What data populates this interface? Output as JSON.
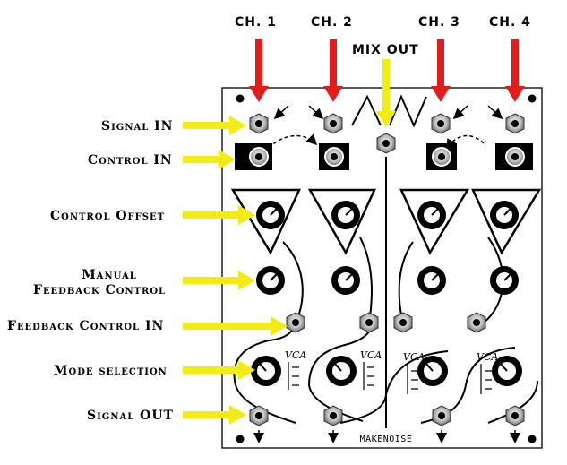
{
  "channels": [
    "CH. 1",
    "CH. 2",
    "CH. 3",
    "CH. 4"
  ],
  "mix_out": "MIX OUT",
  "labels": {
    "signal_in": "Signal IN",
    "control_in": "Control IN",
    "control_offset": "Control Offset",
    "manual_feedback_line1": "Manual",
    "manual_feedback_line2": "Feedback Control",
    "feedback_control_in": "Feedback Control IN",
    "mode_selection": "Mode selection",
    "signal_out": "Signal OUT"
  },
  "panel": {
    "logo": "MAKENOISE",
    "vca_marking": "VCA"
  },
  "colors": {
    "channel_arrow": "#e21b1b",
    "label_arrow": "#f2ec14",
    "panel_bg": "#ffffff",
    "panel_border": "#222222",
    "page_bg": "#ffffff"
  }
}
